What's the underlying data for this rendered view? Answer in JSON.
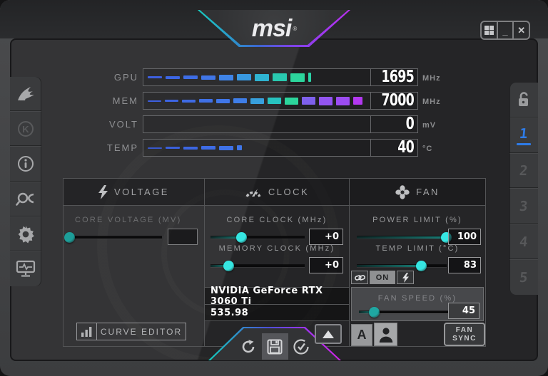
{
  "titlebar": {
    "logo_text": "msi",
    "trademark": "®",
    "minimize_label": "_",
    "close_label": "✕"
  },
  "gauges": [
    {
      "label": "GPU",
      "value": "1695",
      "unit": "MHz",
      "segments": [
        {
          "c": "#3d5fe0",
          "h": 3,
          "w": 20
        },
        {
          "c": "#3c66e4",
          "h": 4,
          "w": 20
        },
        {
          "c": "#3e6de6",
          "h": 5,
          "w": 20
        },
        {
          "c": "#4076e8",
          "h": 6,
          "w": 20
        },
        {
          "c": "#3f84e8",
          "h": 8,
          "w": 20
        },
        {
          "c": "#3898e0",
          "h": 9,
          "w": 20
        },
        {
          "c": "#2fb4d2",
          "h": 10,
          "w": 20
        },
        {
          "c": "#29c9b0",
          "h": 11,
          "w": 20
        },
        {
          "c": "#2cd59c",
          "h": 12,
          "w": 20
        },
        {
          "c": "#2bd2a6",
          "h": 13,
          "w": 4
        }
      ]
    },
    {
      "label": "MEM",
      "value": "7000",
      "unit": "MHz",
      "segments": [
        {
          "c": "#3d5fe0",
          "h": 2,
          "w": 19
        },
        {
          "c": "#3c64e2",
          "h": 3,
          "w": 19
        },
        {
          "c": "#3e6ae4",
          "h": 4,
          "w": 19
        },
        {
          "c": "#3f70e6",
          "h": 5,
          "w": 19
        },
        {
          "c": "#4076e8",
          "h": 6,
          "w": 19
        },
        {
          "c": "#3f7ee8",
          "h": 7,
          "w": 19
        },
        {
          "c": "#38a0de",
          "h": 8,
          "w": 19
        },
        {
          "c": "#27c3c0",
          "h": 9,
          "w": 19
        },
        {
          "c": "#2cd59c",
          "h": 10,
          "w": 19
        },
        {
          "c": "#7e60ec",
          "h": 11,
          "w": 19
        },
        {
          "c": "#9355f0",
          "h": 12,
          "w": 19
        },
        {
          "c": "#9c4cf2",
          "h": 12,
          "w": 19
        },
        {
          "c": "#b238f0",
          "h": 11,
          "w": 13
        }
      ]
    },
    {
      "label": "VOLT",
      "value": "0",
      "unit": "mV",
      "segments": []
    },
    {
      "label": "TEMP",
      "value": "40",
      "unit": "°C",
      "segments": [
        {
          "c": "#3858cc",
          "h": 2,
          "w": 20
        },
        {
          "c": "#3a60da",
          "h": 3,
          "w": 20
        },
        {
          "c": "#3c66e2",
          "h": 4,
          "w": 20
        },
        {
          "c": "#3e6ce6",
          "h": 5,
          "w": 20
        },
        {
          "c": "#3f72e8",
          "h": 6,
          "w": 20
        },
        {
          "c": "#3f76e8",
          "h": 7,
          "w": 7
        }
      ]
    }
  ],
  "right_rail": {
    "lock_state": "unlocked",
    "profiles": [
      {
        "label": "1",
        "active": true
      },
      {
        "label": "2",
        "active": false
      },
      {
        "label": "3",
        "active": false
      },
      {
        "label": "4",
        "active": false
      },
      {
        "label": "5",
        "active": false
      }
    ]
  },
  "panels": {
    "voltage": {
      "title": "VOLTAGE",
      "core_voltage": {
        "label": "CORE VOLTAGE  (MV)",
        "value": "",
        "slider": {
          "percent": 1,
          "color": "#1d9e99"
        }
      },
      "curve_editor_label": "CURVE EDITOR"
    },
    "clock": {
      "title": "CLOCK",
      "core_clock": {
        "label": "CORE CLOCK (MHz)",
        "value": "+0",
        "slider": {
          "percent": 33,
          "color": "#36e6e2"
        }
      },
      "memory_clock": {
        "label": "MEMORY CLOCK (MHz)",
        "value": "+0",
        "slider": {
          "percent": 20,
          "color": "#36e6e2"
        }
      },
      "gpu_name": "NVIDIA GeForce RTX 3060 Ti",
      "driver_version": "535.98"
    },
    "fan": {
      "title": "FAN",
      "power_limit": {
        "label": "POWER LIMIT (%)",
        "value": "100",
        "slider": {
          "percent": 100,
          "color": "#36e6e2"
        }
      },
      "temp_limit": {
        "label": "TEMP LIMIT (°C)",
        "value": "83",
        "slider": {
          "percent": 72,
          "color": "#36e6e2"
        }
      },
      "link_on_label": "ON",
      "fan_speed": {
        "label": "FAN SPEED (%)",
        "value": "45",
        "slider": {
          "percent": 17,
          "color": "#1fa7a2"
        }
      },
      "auto_label": "A",
      "fan_sync_label": "FAN\nSYNC"
    }
  },
  "colors": {
    "accent_cyan": "#36e6e2",
    "accent_teal": "#2cd59c",
    "accent_blue": "#2e7ce8",
    "accent_purple": "#b238f0",
    "panel_bg": "#29292b",
    "frame_bg": "#424345"
  }
}
